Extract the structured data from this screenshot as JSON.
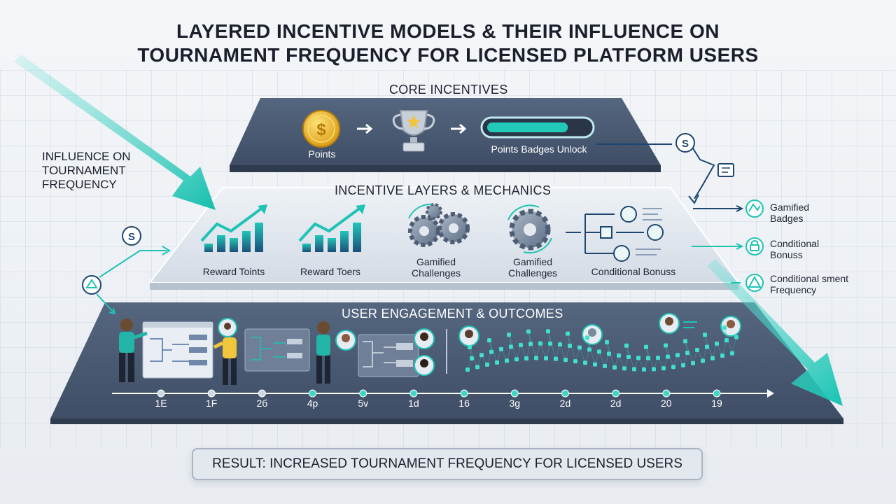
{
  "title": {
    "line1": "LAYERED INCENTIVE MODELS & THEIR INFLUENCE ON",
    "line2": "TOURNAMENT FREQUENCY FOR LICENSED PLATFORM USERS"
  },
  "influence_label": {
    "line1": "INFLUENCE ON",
    "line2": "TOURNAMENT",
    "line3": "FREQUENCY"
  },
  "core": {
    "title": "CORE INCENTIVES",
    "points_label": "Points",
    "progress_label": "Points Badges  Unlock",
    "progress_fraction": 0.8,
    "coin_symbol": "$"
  },
  "layers": {
    "title": "INCENTIVE LAYERS & MECHANICS",
    "items": [
      {
        "label": "Reward Toints"
      },
      {
        "label": "Reward Toers"
      },
      {
        "label_line1": "Gamified",
        "label_line2": "Challenges"
      },
      {
        "label_line1": "Gamified",
        "label_line2": "Challenges"
      },
      {
        "label": "Conditional Bonuss"
      }
    ]
  },
  "engagement": {
    "title": "USER ENGAGEMENT & OUTCOMES",
    "ticks": [
      "1E",
      "1F",
      "2б",
      "4p",
      "5v",
      "1d",
      "16",
      "3g",
      "2d",
      "2d",
      "20",
      "19"
    ]
  },
  "side_badge_symbol": "S",
  "right_outcomes": [
    {
      "line1": "Gamified",
      "line2": "Badges"
    },
    {
      "line1": "Conditional",
      "line2": "Bonuss"
    },
    {
      "line1": "Conditional sment",
      "line2": "Frequency"
    }
  ],
  "result": "RESULT: INCREASED TOURNAMENT FREQUENCY FOR LICENSED USERS",
  "colors": {
    "slate": "#4a5a74",
    "slate_dark": "#3c4b63",
    "teal": "#1fc3b5",
    "navy": "#1e4670",
    "pale_layer": "#d9e1ea"
  },
  "icons": [
    "coin-icon",
    "trophy-icon",
    "progress-bar-icon",
    "bar-chart-icon",
    "gears-icon",
    "flow-network-icon",
    "dollar-badge-icon",
    "growth-arrow-icon",
    "person-icon"
  ]
}
